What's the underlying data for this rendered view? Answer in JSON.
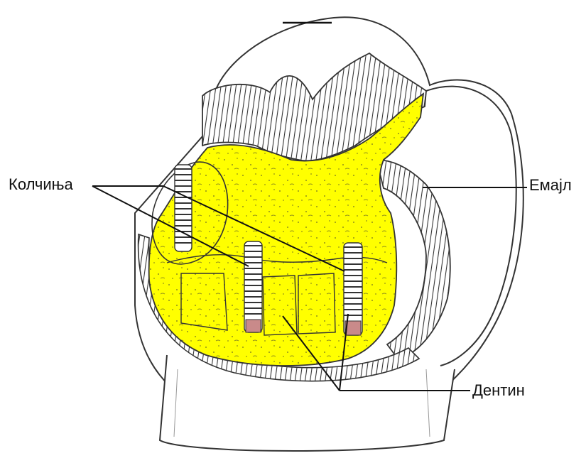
{
  "labels": {
    "pins": "Колчиња",
    "enamel": "Емајл",
    "dentin": "Дентин"
  },
  "colors": {
    "dentin_fill": "#ffff00",
    "outline": "#333333",
    "leader_line": "#111111",
    "pin_tip": "#c98a8a"
  }
}
